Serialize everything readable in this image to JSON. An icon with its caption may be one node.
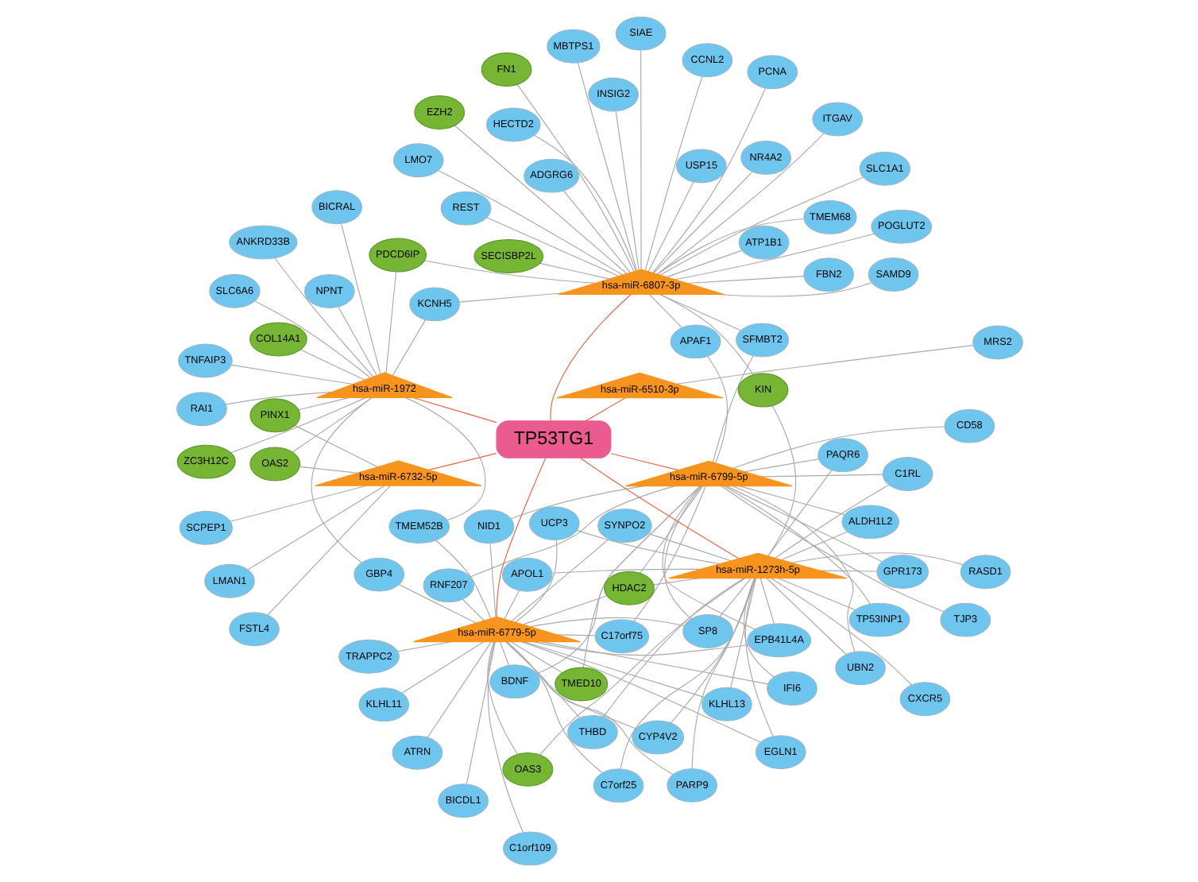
{
  "diagram": {
    "nodes": [
      {
        "text": [
          "TP53INP1"
        ]
      },
      {
        "text": [
          "C1RL"
        ]
      },
      {
        "text": [
          "BDNF"
        ]
      },
      {
        "text": [
          "TJP3"
        ]
      },
      {
        "text": [
          "ALDH1L2"
        ]
      },
      {
        "text": [
          "RNF207"
        ]
      },
      {
        "text": [
          "CD58"
        ]
      },
      {
        "text": [
          "RASD1"
        ]
      },
      {
        "text": [
          "SP8"
        ]
      },
      {
        "text": [
          "CXCR5"
        ]
      },
      {
        "text": [
          "TMED10"
        ]
      },
      {
        "text": [
          "UBN2"
        ]
      },
      {
        "text": [
          "EPB41L4A"
        ]
      },
      {
        "text": [
          "C17orf75"
        ]
      },
      {
        "text": [
          "PAQR6"
        ]
      },
      {
        "text": [
          "GPR173"
        ]
      },
      {
        "text": [
          "hsa-miR-6799-5p"
        ]
      },
      {
        "text": [
          "NID1"
        ]
      },
      {
        "text": [
          "APAF1"
        ]
      },
      {
        "text": [
          "THBD"
        ]
      },
      {
        "text": [
          "hsa-miR-1273h-5p"
        ]
      },
      {
        "text": [
          "SFMBT2"
        ]
      },
      {
        "text": [
          "SYNPO2"
        ]
      },
      {
        "text": [
          "UCP3"
        ]
      },
      {
        "text": [
          "HDAC2"
        ]
      },
      {
        "text": [
          "hsa-miR-6779-5p"
        ]
      },
      {
        "text": [
          "IFI6"
        ]
      },
      {
        "text": [
          "C7orf25"
        ]
      },
      {
        "text": [
          "CYP4V2"
        ]
      },
      {
        "text": [
          "KLHL13"
        ]
      },
      {
        "text": [
          "KLHL11"
        ]
      },
      {
        "text": [
          "EGLN1"
        ]
      },
      {
        "text": [
          "GBP4"
        ]
      },
      {
        "text": [
          "APOL1"
        ]
      },
      {
        "text": [
          "TRAPPC2"
        ]
      },
      {
        "text": [
          "PARP9"
        ]
      },
      {
        "text": [
          "ATRN"
        ]
      },
      {
        "text": [
          "TMEM52B"
        ]
      },
      {
        "text": [
          "OAS3"
        ]
      },
      {
        "text": [
          "C1orf109"
        ]
      },
      {
        "text": [
          "BICDL1"
        ]
      },
      {
        "text": [
          "TP53TG1"
        ]
      },
      {
        "text": [
          "ADGRG6"
        ]
      },
      {
        "text": [
          "NR4A2"
        ]
      },
      {
        "text": [
          "TMEM68"
        ]
      },
      {
        "text": [
          "SECISBP2L"
        ]
      },
      {
        "text": [
          "SAMD9"
        ]
      },
      {
        "text": [
          "FBN2"
        ]
      },
      {
        "text": [
          "SLC1A1"
        ]
      },
      {
        "text": [
          "POGLUT2"
        ]
      },
      {
        "text": [
          "LMO7"
        ]
      },
      {
        "text": [
          "ITGAV"
        ]
      },
      {
        "text": [
          "SIAE"
        ]
      },
      {
        "text": [
          "INSIG2"
        ]
      },
      {
        "text": [
          "CCNL2"
        ]
      },
      {
        "text": [
          "hsa-miR-6807-3p"
        ]
      },
      {
        "text": [
          "KIN"
        ]
      },
      {
        "text": [
          "FN1"
        ]
      },
      {
        "text": [
          "USP15"
        ]
      },
      {
        "text": [
          "EZH2"
        ]
      },
      {
        "text": [
          "HECTD2"
        ]
      },
      {
        "text": [
          "MBTPS1"
        ]
      },
      {
        "text": [
          "REST"
        ]
      },
      {
        "text": [
          "PCNA"
        ]
      },
      {
        "text": [
          "ATP1B1"
        ]
      },
      {
        "text": [
          "PDCD6IP"
        ]
      },
      {
        "text": [
          "KCNH5"
        ]
      },
      {
        "text": [
          "hsa-miR-6510-3p"
        ]
      },
      {
        "text": [
          "hsa-miR-1972"
        ]
      },
      {
        "text": [
          "NPNT"
        ]
      },
      {
        "text": [
          "hsa-miR-6732-5p"
        ]
      },
      {
        "text": [
          "MRS2"
        ]
      },
      {
        "text": [
          "BICRAL"
        ]
      },
      {
        "text": [
          "SLC6A6"
        ]
      },
      {
        "text": [
          "LMAN1"
        ]
      },
      {
        "text": [
          "PINX1"
        ]
      },
      {
        "text": [
          "OAS2"
        ]
      },
      {
        "text": [
          "TNFAIP3"
        ]
      },
      {
        "text": [
          "COL14A1"
        ]
      },
      {
        "text": [
          "FSTL4"
        ]
      },
      {
        "text": [
          "ANKRD33B"
        ]
      },
      {
        "text": [
          "SCPEP1"
        ]
      },
      {
        "text": [
          "ZC3H12C"
        ]
      },
      {
        "text": [
          "RAI1"
        ]
      }
    ],
    "edges": [
      {
        "from": 41,
        "to": 16,
        "arrow": "none",
        "color": "#e0684b"
      },
      {
        "from": 41,
        "to": 20,
        "arrow": "none",
        "color": "#e0684b"
      },
      {
        "from": 41,
        "to": 25,
        "arrow": "none",
        "color": "#e0684b"
      },
      {
        "from": 41,
        "to": 55,
        "arrow": "none",
        "color": "#e0684b"
      },
      {
        "from": 41,
        "to": 67,
        "arrow": "none",
        "color": "#e0684b"
      },
      {
        "from": 41,
        "to": 70,
        "arrow": "none",
        "color": "#e0684b"
      },
      {
        "from": 41,
        "to": 68,
        "arrow": "none",
        "color": "#e0684b"
      },
      {
        "from": 16,
        "to": 0,
        "arrow": "none"
      },
      {
        "from": 16,
        "to": 1,
        "arrow": "none"
      },
      {
        "from": 16,
        "to": 2,
        "arrow": "none"
      },
      {
        "from": 16,
        "to": 3,
        "arrow": "none"
      },
      {
        "from": 16,
        "to": 4,
        "arrow": "none"
      },
      {
        "from": 16,
        "to": 5,
        "arrow": "none"
      },
      {
        "from": 16,
        "to": 6,
        "arrow": "none"
      },
      {
        "from": 16,
        "to": 8,
        "arrow": "none"
      },
      {
        "from": 16,
        "to": 10,
        "arrow": "none"
      },
      {
        "from": 16,
        "to": 11,
        "arrow": "none"
      },
      {
        "from": 16,
        "to": 12,
        "arrow": "none"
      },
      {
        "from": 16,
        "to": 13,
        "arrow": "none"
      },
      {
        "from": 16,
        "to": 14,
        "arrow": "none"
      },
      {
        "from": 16,
        "to": 15,
        "arrow": "none"
      },
      {
        "from": 16,
        "to": 17,
        "arrow": "none"
      },
      {
        "from": 16,
        "to": 18,
        "arrow": "none"
      },
      {
        "from": 16,
        "to": 21,
        "arrow": "none"
      },
      {
        "from": 16,
        "to": 24,
        "arrow": "none"
      },
      {
        "from": 20,
        "to": 0,
        "arrow": "none"
      },
      {
        "from": 20,
        "to": 1,
        "arrow": "none"
      },
      {
        "from": 20,
        "to": 4,
        "arrow": "none"
      },
      {
        "from": 20,
        "to": 7,
        "arrow": "none"
      },
      {
        "from": 20,
        "to": 8,
        "arrow": "none"
      },
      {
        "from": 20,
        "to": 9,
        "arrow": "none"
      },
      {
        "from": 20,
        "to": 11,
        "arrow": "none"
      },
      {
        "from": 20,
        "to": 12,
        "arrow": "none"
      },
      {
        "from": 20,
        "to": 14,
        "arrow": "none"
      },
      {
        "from": 20,
        "to": 15,
        "arrow": "none"
      },
      {
        "from": 20,
        "to": 19,
        "arrow": "none"
      },
      {
        "from": 20,
        "to": 22,
        "arrow": "none"
      },
      {
        "from": 20,
        "to": 23,
        "arrow": "none"
      },
      {
        "from": 20,
        "to": 24,
        "arrow": "none"
      },
      {
        "from": 20,
        "to": 26,
        "arrow": "none"
      },
      {
        "from": 20,
        "to": 27,
        "arrow": "none"
      },
      {
        "from": 20,
        "to": 28,
        "arrow": "none"
      },
      {
        "from": 20,
        "to": 29,
        "arrow": "none"
      },
      {
        "from": 20,
        "to": 31,
        "arrow": "none"
      },
      {
        "from": 20,
        "to": 33,
        "arrow": "none"
      },
      {
        "from": 20,
        "to": 35,
        "arrow": "none"
      },
      {
        "from": 20,
        "to": 38,
        "arrow": "none"
      },
      {
        "from": 20,
        "to": 56,
        "arrow": "none"
      },
      {
        "from": 25,
        "to": 2,
        "arrow": "none"
      },
      {
        "from": 25,
        "to": 5,
        "arrow": "none"
      },
      {
        "from": 25,
        "to": 8,
        "arrow": "none"
      },
      {
        "from": 25,
        "to": 10,
        "arrow": "none"
      },
      {
        "from": 25,
        "to": 12,
        "arrow": "none"
      },
      {
        "from": 25,
        "to": 13,
        "arrow": "none"
      },
      {
        "from": 25,
        "to": 17,
        "arrow": "none"
      },
      {
        "from": 25,
        "to": 19,
        "arrow": "none"
      },
      {
        "from": 25,
        "to": 22,
        "arrow": "none"
      },
      {
        "from": 25,
        "to": 23,
        "arrow": "none"
      },
      {
        "from": 25,
        "to": 24,
        "arrow": "none"
      },
      {
        "from": 25,
        "to": 26,
        "arrow": "none"
      },
      {
        "from": 25,
        "to": 27,
        "arrow": "none"
      },
      {
        "from": 25,
        "to": 28,
        "arrow": "none"
      },
      {
        "from": 25,
        "to": 29,
        "arrow": "none"
      },
      {
        "from": 25,
        "to": 30,
        "arrow": "none"
      },
      {
        "from": 25,
        "to": 31,
        "arrow": "none"
      },
      {
        "from": 25,
        "to": 32,
        "arrow": "none"
      },
      {
        "from": 25,
        "to": 33,
        "arrow": "none"
      },
      {
        "from": 25,
        "to": 34,
        "arrow": "none"
      },
      {
        "from": 25,
        "to": 35,
        "arrow": "none"
      },
      {
        "from": 25,
        "to": 36,
        "arrow": "none"
      },
      {
        "from": 25,
        "to": 37,
        "arrow": "none"
      },
      {
        "from": 25,
        "to": 38,
        "arrow": "none"
      },
      {
        "from": 25,
        "to": 39,
        "arrow": "none"
      },
      {
        "from": 25,
        "to": 40,
        "arrow": "none"
      },
      {
        "from": 55,
        "to": 18,
        "arrow": "none"
      },
      {
        "from": 55,
        "to": 21,
        "arrow": "none"
      },
      {
        "from": 55,
        "to": 42,
        "arrow": "none"
      },
      {
        "from": 55,
        "to": 43,
        "arrow": "none"
      },
      {
        "from": 55,
        "to": 44,
        "arrow": "none"
      },
      {
        "from": 55,
        "to": 45,
        "arrow": "none"
      },
      {
        "from": 55,
        "to": 46,
        "arrow": "none"
      },
      {
        "from": 55,
        "to": 47,
        "arrow": "none"
      },
      {
        "from": 55,
        "to": 48,
        "arrow": "none"
      },
      {
        "from": 55,
        "to": 49,
        "arrow": "none"
      },
      {
        "from": 55,
        "to": 50,
        "arrow": "none"
      },
      {
        "from": 55,
        "to": 51,
        "arrow": "none"
      },
      {
        "from": 55,
        "to": 52,
        "arrow": "none"
      },
      {
        "from": 55,
        "to": 53,
        "arrow": "none"
      },
      {
        "from": 55,
        "to": 54,
        "arrow": "none"
      },
      {
        "from": 55,
        "to": 56,
        "arrow": "none"
      },
      {
        "from": 55,
        "to": 57,
        "arrow": "none"
      },
      {
        "from": 55,
        "to": 58,
        "arrow": "none"
      },
      {
        "from": 55,
        "to": 59,
        "arrow": "none"
      },
      {
        "from": 55,
        "to": 60,
        "arrow": "none"
      },
      {
        "from": 55,
        "to": 61,
        "arrow": "none"
      },
      {
        "from": 55,
        "to": 62,
        "arrow": "none"
      },
      {
        "from": 55,
        "to": 63,
        "arrow": "none"
      },
      {
        "from": 55,
        "to": 64,
        "arrow": "none"
      },
      {
        "from": 55,
        "to": 65,
        "arrow": "none"
      },
      {
        "from": 55,
        "to": 66,
        "arrow": "none"
      },
      {
        "from": 68,
        "to": 32,
        "arrow": "none"
      },
      {
        "from": 68,
        "to": 37,
        "arrow": "none"
      },
      {
        "from": 68,
        "to": 65,
        "arrow": "none"
      },
      {
        "from": 68,
        "to": 66,
        "arrow": "none"
      },
      {
        "from": 68,
        "to": 69,
        "arrow": "none"
      },
      {
        "from": 68,
        "to": 72,
        "arrow": "none"
      },
      {
        "from": 68,
        "to": 73,
        "arrow": "none"
      },
      {
        "from": 68,
        "to": 75,
        "arrow": "none"
      },
      {
        "from": 68,
        "to": 76,
        "arrow": "none"
      },
      {
        "from": 68,
        "to": 77,
        "arrow": "none"
      },
      {
        "from": 68,
        "to": 78,
        "arrow": "none"
      },
      {
        "from": 68,
        "to": 80,
        "arrow": "none"
      },
      {
        "from": 68,
        "to": 82,
        "arrow": "none"
      },
      {
        "from": 68,
        "to": 83,
        "arrow": "none"
      },
      {
        "from": 67,
        "to": 71,
        "arrow": "none"
      },
      {
        "from": 70,
        "to": 74,
        "arrow": "none"
      },
      {
        "from": 70,
        "to": 75,
        "arrow": "none"
      },
      {
        "from": 70,
        "to": 76,
        "arrow": "none"
      },
      {
        "from": 70,
        "to": 79,
        "arrow": "none"
      },
      {
        "from": 70,
        "to": 81,
        "arrow": "none"
      }
    ]
  }
}
